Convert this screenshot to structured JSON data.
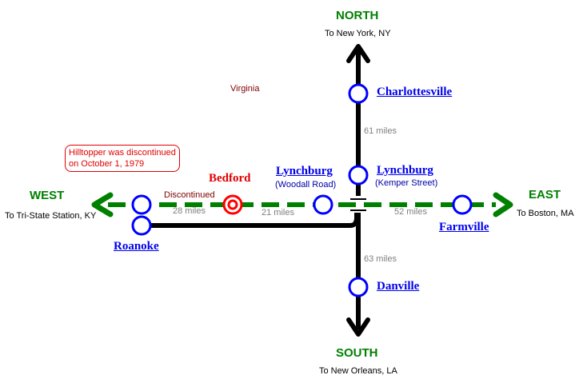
{
  "directions": {
    "north": {
      "label": "NORTH",
      "destination": "To New York, NY"
    },
    "south": {
      "label": "SOUTH",
      "destination": "To New Orleans, LA"
    },
    "east": {
      "label": "EAST",
      "destination": "To Boston, MA"
    },
    "west": {
      "label": "WEST",
      "destination": "To Tri-State Station, KY"
    }
  },
  "state_label": "Virginia",
  "note": {
    "line1": "Hilltopper was discontinued",
    "line2": "on October 1, 1979"
  },
  "discontinued_label": "Discontinued",
  "stations": {
    "charlottesville": {
      "name": "Charlottesville"
    },
    "lynchburg_kemper": {
      "name": "Lynchburg",
      "sub": "(Kemper Street)"
    },
    "lynchburg_woodall": {
      "name": "Lynchburg",
      "sub": "(Woodall Road)"
    },
    "bedford": {
      "name": "Bedford"
    },
    "roanoke": {
      "name": "Roanoke"
    },
    "farmville": {
      "name": "Farmville"
    },
    "danville": {
      "name": "Danville"
    }
  },
  "distances": {
    "charlottesville_lynchburg": "61 miles",
    "lynchburg_danville": "63 miles",
    "lynchburg_farmville": "52 miles",
    "woodall_bedford": "21 miles",
    "bedford_roanoke": "28 miles"
  },
  "colors": {
    "line_main": "#000000",
    "line_discontinued": "#008000",
    "station_ring": "#0000ff",
    "closed_station": "#ff0000",
    "direction_text": "#008000"
  }
}
